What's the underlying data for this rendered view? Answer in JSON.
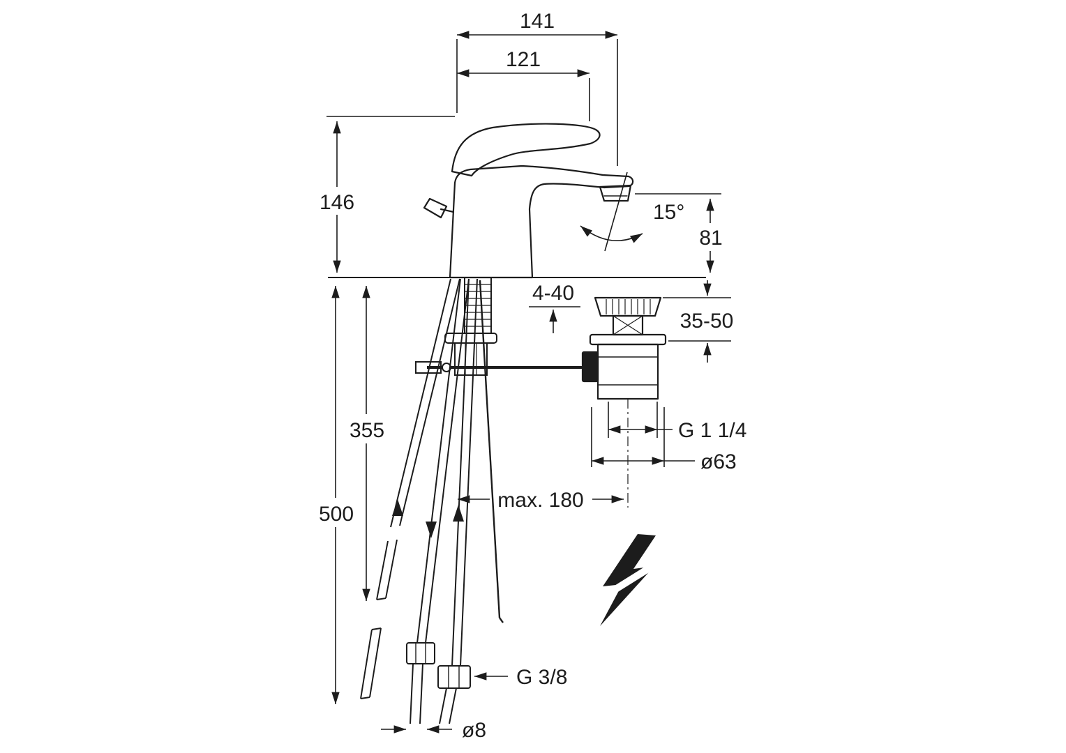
{
  "drawing": {
    "kind": "basin-mixer-faucet-installation-dimension-drawing",
    "line_color": "#1c1c1c",
    "background": "#ffffff"
  },
  "dims": {
    "total_width": "141",
    "spout_reach": "121",
    "body_height": "146",
    "spout_angle": "15°",
    "outlet_height": "81",
    "deck_thickness": "4-40",
    "waste_adjust_range": "35-50",
    "hose_length": "355",
    "supply_length": "500",
    "waste_thread": "G 1 1/4",
    "waste_diameter": "ø63",
    "max_reach": "max. 180",
    "supply_thread": "G 3/8",
    "pipe_diameter": "ø8"
  },
  "icons": {
    "lightning_bolt": "low-voltage-lightning"
  }
}
